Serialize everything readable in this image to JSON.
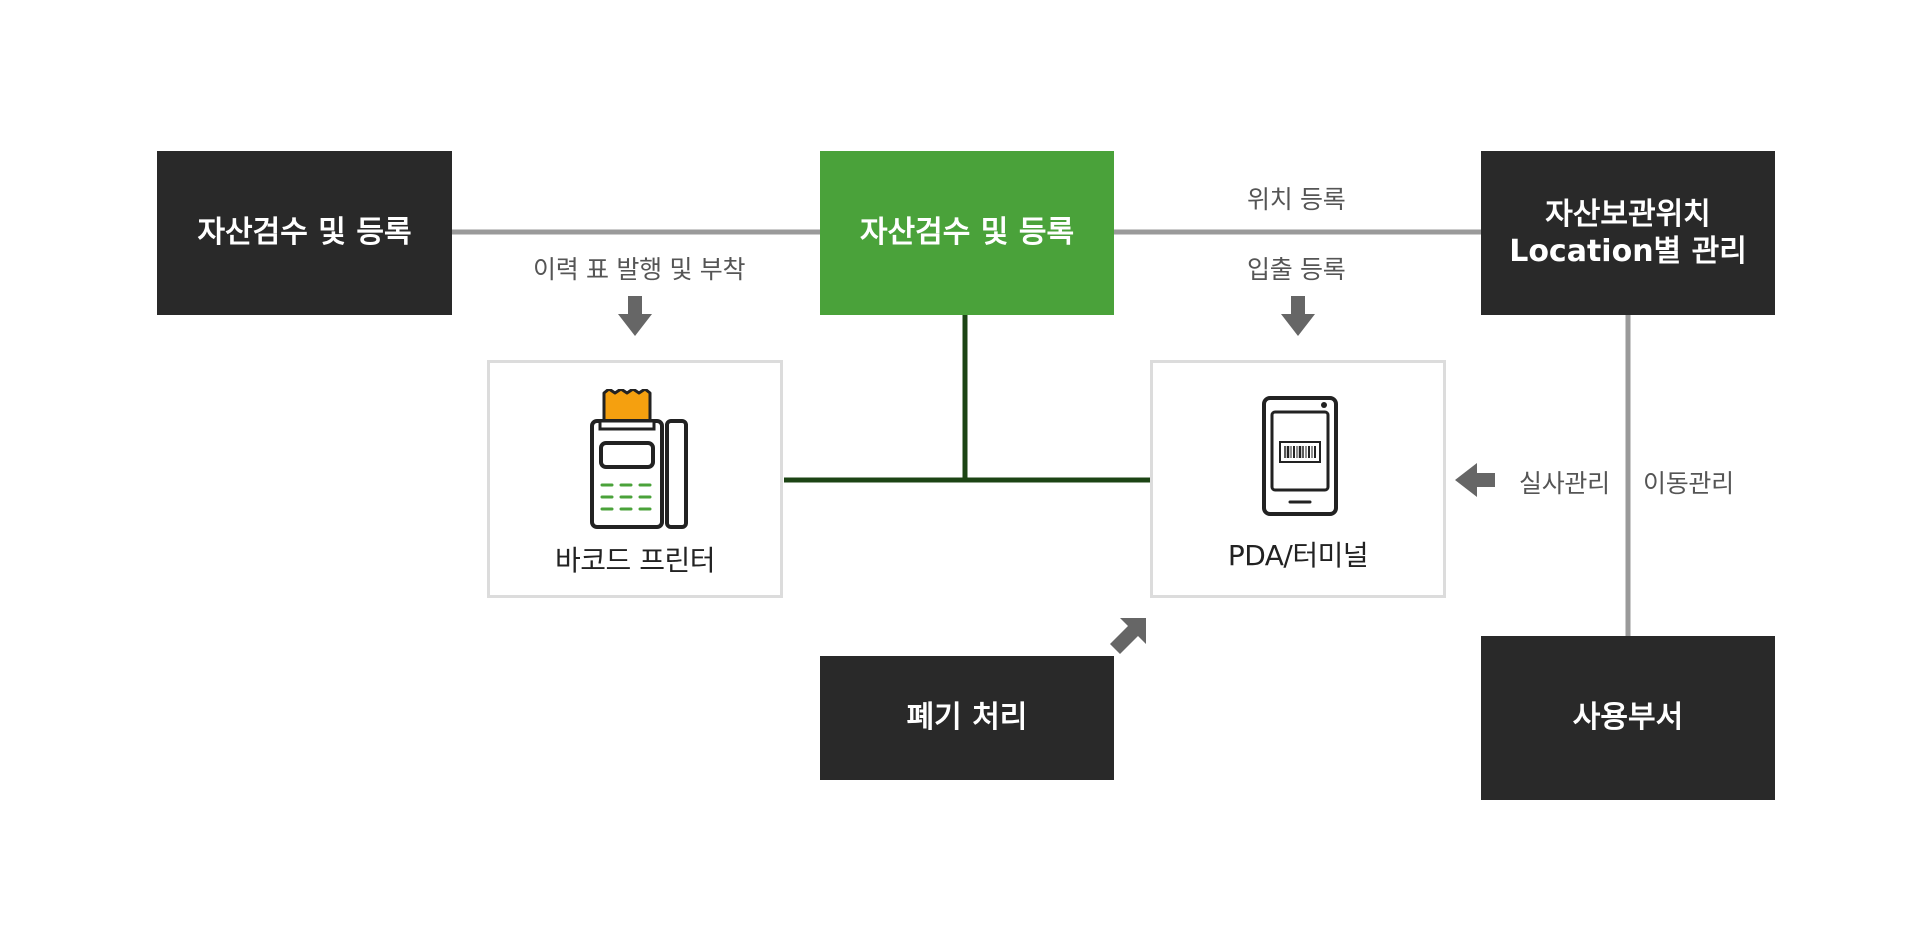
{
  "nodes": {
    "left": "자산검수 및 등록",
    "center": "자산검수 및 등록",
    "right_line1": "자산보관위치",
    "right_line2": "Location별 관리",
    "disposal": "폐기 처리",
    "department": "사용부서"
  },
  "devices": {
    "printer": "바코드 프린터",
    "pda": "PDA/터미널"
  },
  "labels": {
    "print_attach": "이력 표 발행 및 부착",
    "location_register": "위치 등록",
    "inout_register": "입출 등록",
    "inventory": "실사관리",
    "movement": "이동관리"
  },
  "colors": {
    "dark_box": "#292929",
    "green_box": "#4aa23a",
    "connector_gray": "#9a9a9a",
    "connector_dark_green": "#1c4414",
    "arrow": "#666666",
    "printer_paper": "#f5a00f",
    "printer_keys": "#4aa23a"
  },
  "icons": {
    "printer": "barcode-printer-icon",
    "pda": "pda-terminal-icon",
    "arrow_down": "arrow-down-icon",
    "arrow_left": "arrow-left-icon",
    "arrow_diagonal": "arrow-up-right-icon"
  }
}
